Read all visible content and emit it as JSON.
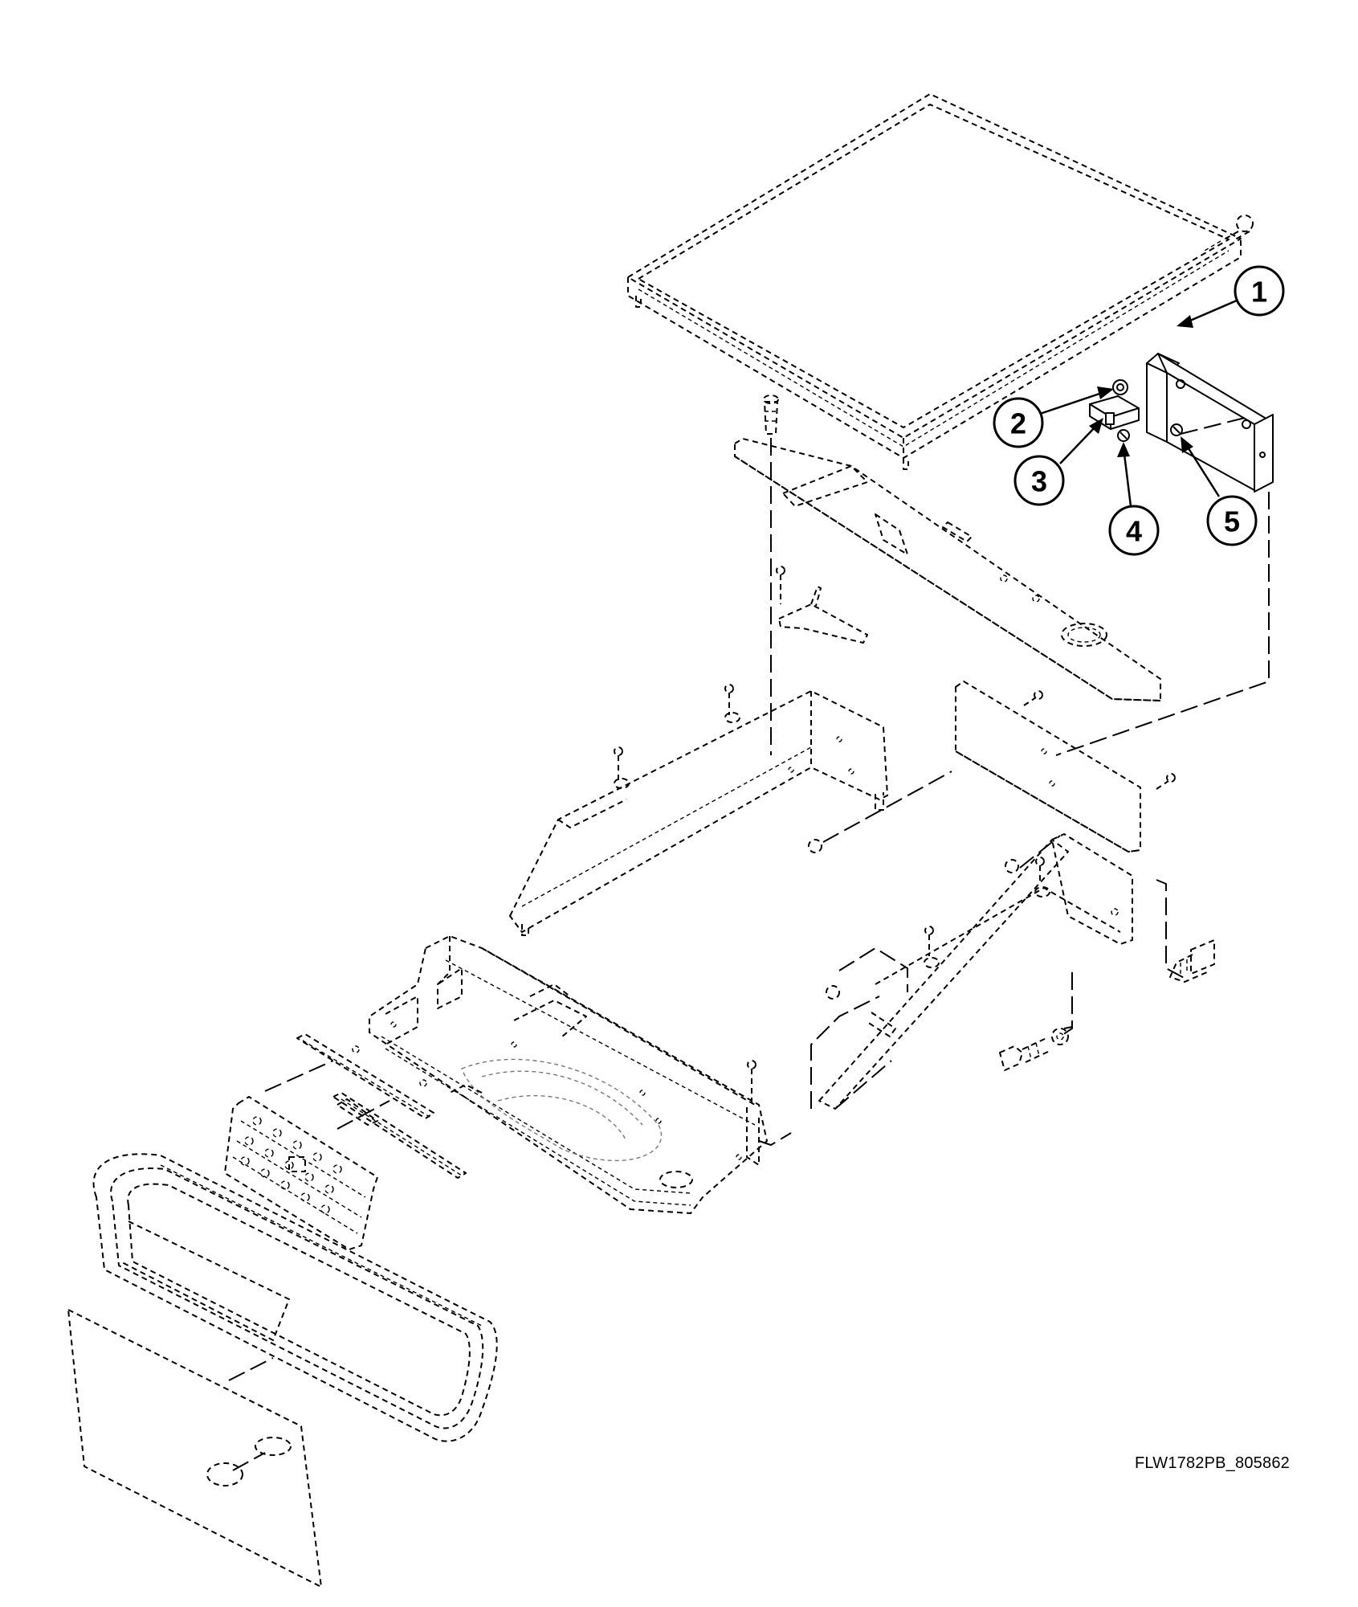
{
  "drawing_code": "FLW1782PB_805862",
  "callouts": [
    {
      "label": "1",
      "target": "mounting-bracket"
    },
    {
      "label": "2",
      "target": "nut"
    },
    {
      "label": "3",
      "target": "switch"
    },
    {
      "label": "4",
      "target": "screw"
    },
    {
      "label": "5",
      "target": "screw"
    }
  ],
  "colors": {
    "line": "#000000",
    "background": "#ffffff"
  }
}
